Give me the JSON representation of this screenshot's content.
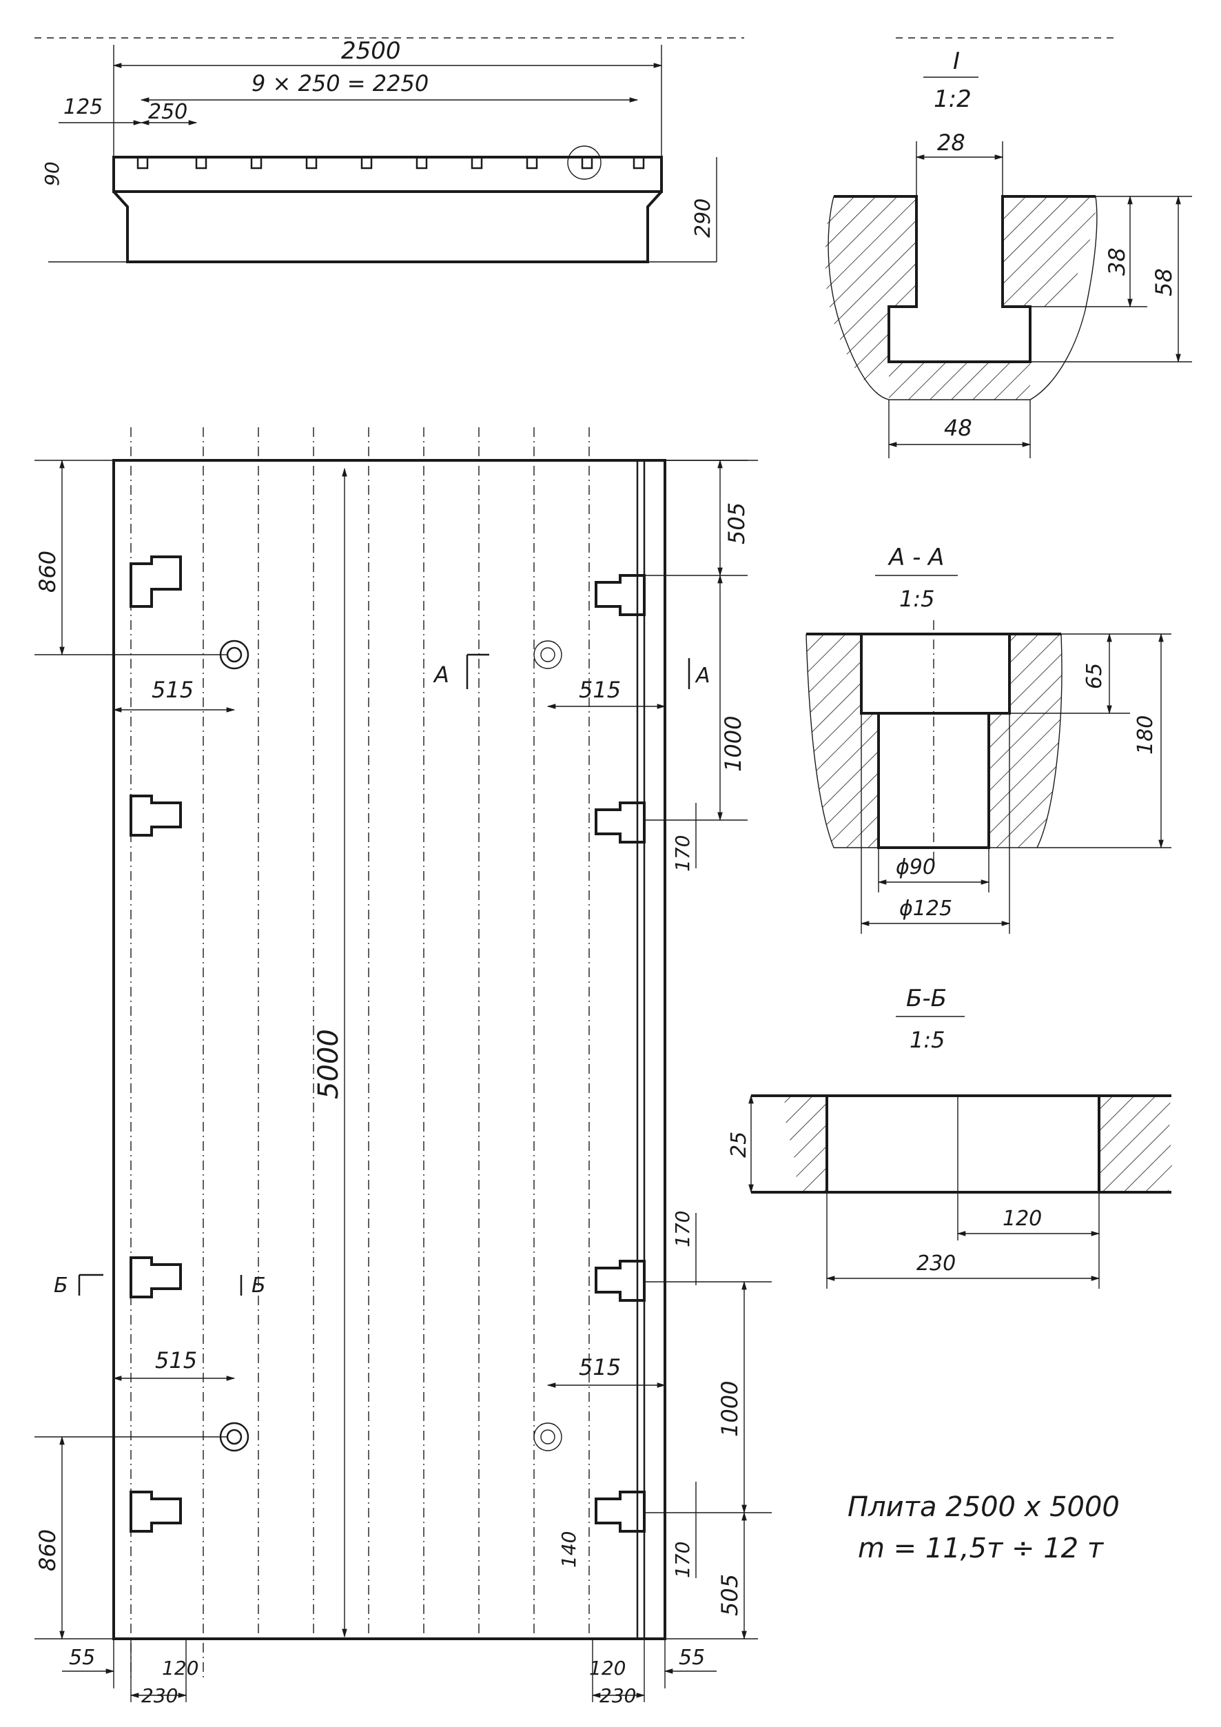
{
  "drawing": {
    "top_view": {
      "width_total": "2500",
      "slot_pitch": "9 × 250 = 2250",
      "edge_offset": "125",
      "pitch": "250",
      "slot_depth": "90",
      "height": "290"
    },
    "detail_I": {
      "title": "I",
      "scale": "1:2",
      "neck_width": "28",
      "neck_depth": "38",
      "total_depth": "58",
      "base_width": "48"
    },
    "section_AA": {
      "title": "А - А",
      "scale": "1:5",
      "counterbore_depth": "65",
      "total_depth": "180",
      "small_diameter": "ϕ90",
      "large_diameter": "ϕ125"
    },
    "section_BB": {
      "title": "Б-Б",
      "scale": "1:5",
      "depth": "25",
      "inner_width": "120",
      "outer_width": "230"
    },
    "plan": {
      "length": "5000",
      "left_top_offset": "860",
      "left_bottom_offset": "860",
      "hole_offset_left_top": "515",
      "hole_offset_right_top": "515",
      "hole_offset_left_bottom": "515",
      "hole_offset_right_bottom": "515",
      "right_top_offset": "505",
      "right_bottom_offset": "505",
      "pitch_top": "1000",
      "pitch_bottom": "1000",
      "slot_170_a": "170",
      "slot_170_b": "170",
      "slot_170_c": "170",
      "slot_140": "140",
      "edge_left": "55",
      "edge_right": "55",
      "bottom_left_120": "120",
      "bottom_left_230": "230",
      "bottom_right_120": "120",
      "bottom_right_230": "230",
      "section_mark_A": "А",
      "section_mark_A2": "А",
      "section_mark_B": "Б",
      "section_mark_B2": "Б"
    },
    "caption": {
      "line1": "Плита 2500 х 5000",
      "line2": "m = 11,5т ÷ 12 т"
    }
  }
}
